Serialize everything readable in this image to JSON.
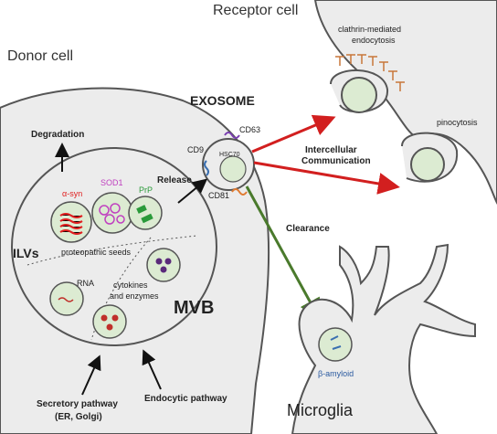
{
  "labels": {
    "receptor_cell": "Receptor cell",
    "donor_cell": "Donor cell",
    "clathrin_line1": "clathrin-mediated",
    "clathrin_line2": "endocytosis",
    "pinocytosis": "pinocytosis",
    "exosome": "EXOSOME",
    "cd63": "CD63",
    "cd9": "CD9",
    "hsc70": "HSC70",
    "cd81": "CD81",
    "intercellular_line1": "Intercellular",
    "intercellular_line2": "Communication",
    "degradation": "Degradation",
    "release": "Release",
    "asyn": "α-syn",
    "sod1": "SOD1",
    "prp": "PrP",
    "ilvs": "ILVs",
    "proteopathic_seeds": "proteopathic seeds",
    "rna": "RNA",
    "cytokines_line1": "cytokines",
    "cytokines_line2": "and enzymes",
    "mvb": "MVB",
    "clearance": "Clearance",
    "beta_amyloid": "β-amyloid",
    "microglia": "Microglia",
    "secretory_line1": "Secretory pathway",
    "secretory_line2": "(ER, Golgi)",
    "endocytic": "Endocytic pathway"
  },
  "colors": {
    "membrane": "#555555",
    "cell_fill": "#ececec",
    "vesicle_fill": "#dcebd2",
    "red_arrow": "#d21f1f",
    "green_arrow": "#4a7a2c",
    "asyn": "#e02020",
    "sod1": "#c040c0",
    "prp": "#2a9a3a",
    "clathrin": "#c8763a",
    "cd63": "#7a3fb0",
    "cd9": "#3a6fb0",
    "cd81": "#e07a30",
    "rna_dot": "#c0302a",
    "cytokine_dot": "#5a2a7a"
  }
}
